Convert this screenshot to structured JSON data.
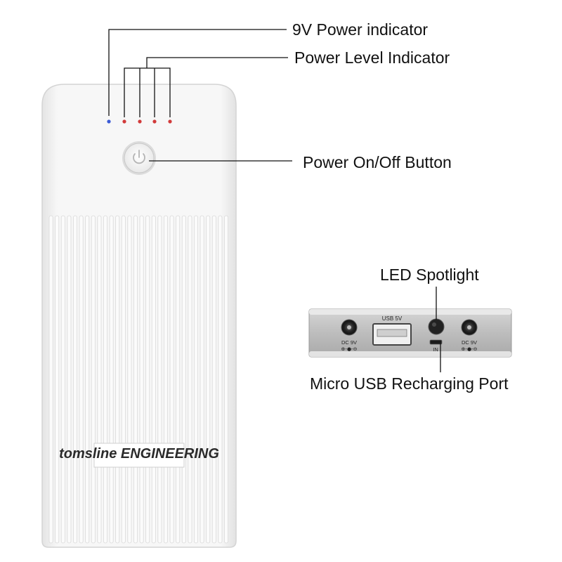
{
  "callouts": {
    "nine_volt_indicator": "9V Power indicator",
    "power_level_indicator": "Power Level Indicator",
    "power_button": "Power On/Off Button",
    "led_spotlight": "LED Spotlight",
    "micro_usb_port": "Micro USB Recharging Port"
  },
  "device_front": {
    "brand_logo": "tomsline ENGINEERING",
    "indicator_leds": [
      {
        "name": "9v-led",
        "color": "#3b5bd6"
      },
      {
        "name": "level-led-1",
        "color": "#d23a3a"
      },
      {
        "name": "level-led-2",
        "color": "#d23a3a"
      },
      {
        "name": "level-led-3",
        "color": "#d23a3a"
      },
      {
        "name": "level-led-4",
        "color": "#d23a3a"
      }
    ],
    "power_icon": "power-icon"
  },
  "device_side": {
    "port_labels": {
      "dc_left": "DC 9V",
      "usb": "USB 5V",
      "micro_usb": "IN",
      "dc_right": "DC 9V"
    }
  },
  "colors": {
    "body_white": "#f4f4f4",
    "panel_silver": "#b9b9b9",
    "line": "#111111"
  }
}
